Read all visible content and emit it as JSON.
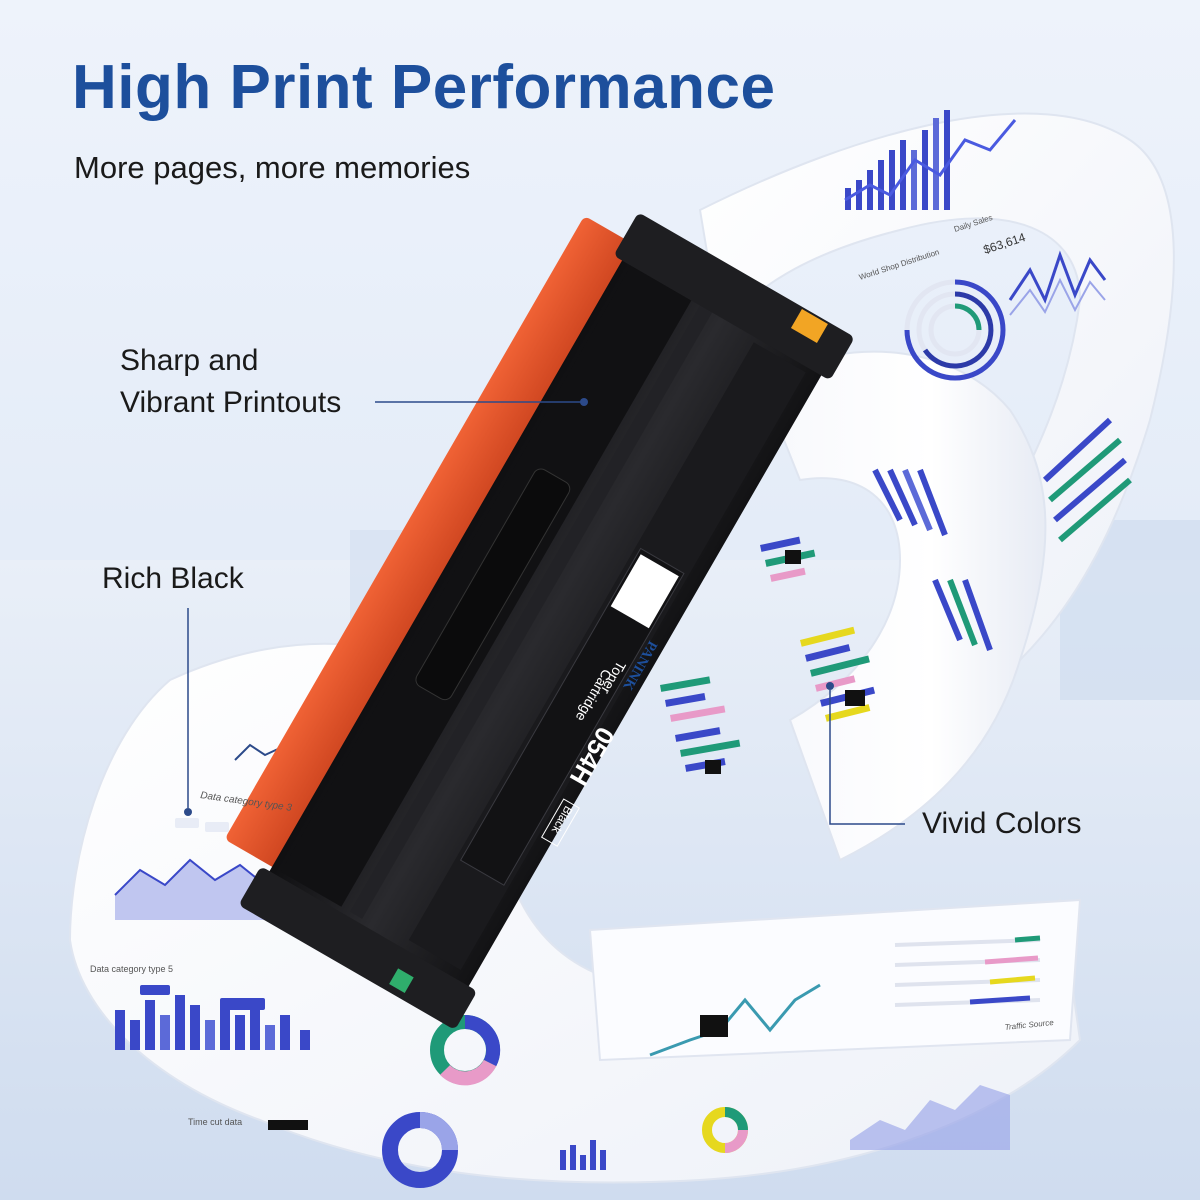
{
  "headline": "High Print Performance",
  "subheadline": "More pages, more memories",
  "callouts": {
    "sharp_line1": "Sharp and",
    "sharp_line2": "Vibrant Printouts",
    "rich_black": "Rich Black",
    "vivid_colors": "Vivid Colors"
  },
  "cartridge": {
    "brand": "PANINK",
    "model": "054H",
    "type_line1": "Toner",
    "type_line2": "Cartridge",
    "color_badge": "Black"
  },
  "colors": {
    "headline": "#1d4f9c",
    "accent_blue": "#3a48c8",
    "cartridge_orange": "#e8502a",
    "cartridge_black": "#1b1b1d",
    "bar_green": "#1f9a78",
    "bar_pink": "#e89ac8",
    "bar_yellow": "#e6d81e",
    "line": "#2c4a8a"
  },
  "background_pages": {
    "label_data_category": "Data category type 3",
    "label_data_category_2": "Data category type 5",
    "label_time_cut": "Time cut data",
    "label_world_shop": "World Shop Distribution",
    "label_daily_sales": "Daily Sales",
    "value_daily_sales": "$63,614",
    "label_traffic": "Traffic Source"
  }
}
